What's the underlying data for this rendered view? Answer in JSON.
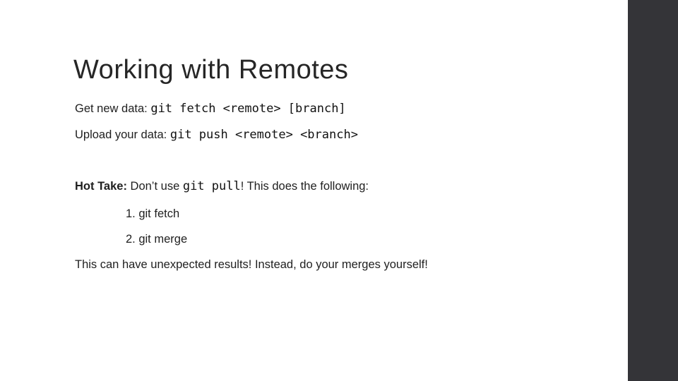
{
  "slide": {
    "title": "Working with Remotes",
    "data_lines": [
      {
        "label": "Get new data: ",
        "code": "git fetch <remote> [branch]"
      },
      {
        "label": "Upload your data: ",
        "code": "git push <remote> <branch>"
      }
    ],
    "hot_take": {
      "lead": "Hot Take:",
      "before_code": " Don’t use ",
      "code": "git pull",
      "after_code": "! This does the following:"
    },
    "steps": [
      {
        "text": "1. git fetch"
      },
      {
        "text": "2. git merge"
      }
    ],
    "conclusion": "This can have unexpected results! Instead, do your merges yourself!"
  },
  "theme": {
    "background_color": "#ffffff",
    "accent_bar_color": "#343438",
    "title_color": "#262626",
    "body_text_color": "#1f1f1f"
  }
}
